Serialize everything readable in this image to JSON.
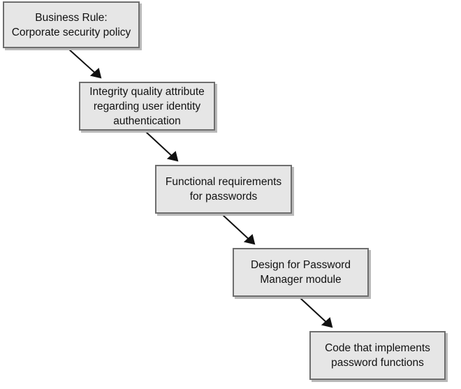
{
  "diagram": {
    "boxes": [
      {
        "id": "business-rule",
        "lines": [
          "Business Rule:",
          "Corporate security policy"
        ]
      },
      {
        "id": "integrity-attribute",
        "lines": [
          "Integrity quality attribute",
          "regarding user identity",
          "authentication"
        ]
      },
      {
        "id": "functional-requirements",
        "lines": [
          "Functional requirements",
          "for passwords"
        ]
      },
      {
        "id": "design",
        "lines": [
          "Design for Password",
          "Manager module"
        ]
      },
      {
        "id": "code",
        "lines": [
          "Code that implements",
          "password functions"
        ]
      }
    ],
    "connectors": [
      {
        "from": "business-rule",
        "to": "integrity-attribute"
      },
      {
        "from": "integrity-attribute",
        "to": "functional-requirements"
      },
      {
        "from": "functional-requirements",
        "to": "design"
      },
      {
        "from": "design",
        "to": "code"
      }
    ],
    "colors": {
      "box_fill": "#e6e6e6",
      "box_border": "#6e6e6e",
      "box_shadow": "#b9b9b9",
      "arrow": "#111111",
      "text": "#111111"
    }
  }
}
